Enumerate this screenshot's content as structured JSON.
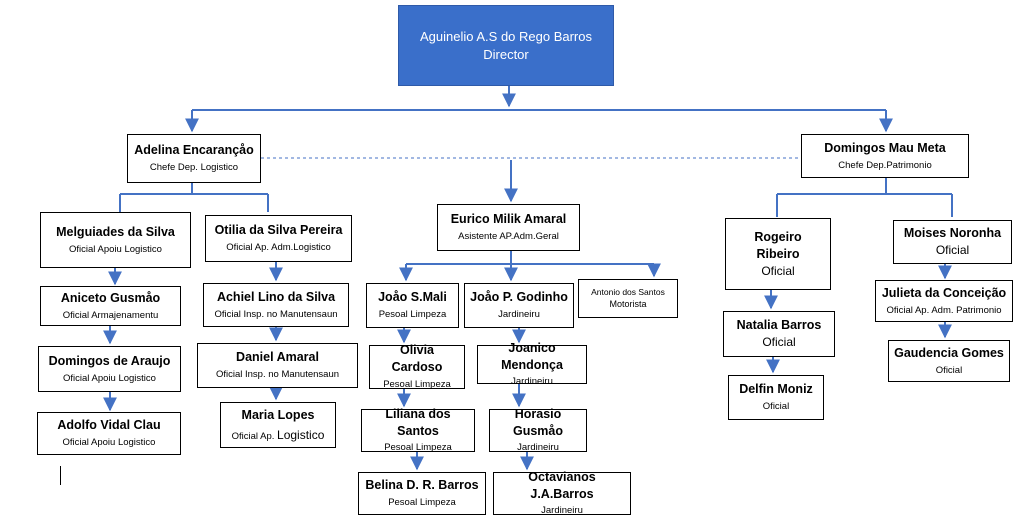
{
  "director": {
    "name": "Aguinelio A.S do Rego Barros",
    "role": "Director"
  },
  "adelina": {
    "name": "Adelina Encarançåo",
    "role": "Chefe Dep. Logistico"
  },
  "domingos_meta": {
    "name": "Domingos Mau Meta",
    "role": "Chefe Dep.Patrimonio"
  },
  "eurico": {
    "name": "Eurico Milik Amaral",
    "role": "Asistente AP.Adm.Geral"
  },
  "melguiades": {
    "name": "Melguiades da Silva",
    "role": "Oficial Apoiu Logistico"
  },
  "aniceto": {
    "name": "Aniceto Gusmåo",
    "role": "Oficial Armajenamentu"
  },
  "domingos_araujo": {
    "name": "Domingos de Araujo",
    "role": "Oficial Apoiu Logistico"
  },
  "adolfo": {
    "name": "Adolfo Vidal Clau",
    "role": "Oficial Apoiu Logistico"
  },
  "otilia": {
    "name": "Otilia da Silva Pereira",
    "role": "Oficial Ap. Adm.Logistico"
  },
  "achiel": {
    "name": "Achiel Lino da Silva",
    "role": "Oficial Insp. no Manutensaun"
  },
  "daniel": {
    "name": "Daniel Amaral",
    "role": "Oficial Insp. no Manutensaun"
  },
  "maria": {
    "name": "Maria Lopes",
    "role_prefix": "Oficial Ap. ",
    "role_suffix": "Logistico"
  },
  "joao_mali": {
    "name": "Joåo S.Mali",
    "role": "Pesoal Limpeza"
  },
  "olivia": {
    "name": "Olivia Cardoso",
    "role": "Pesoal Limpeza"
  },
  "liliana": {
    "name": "Liliana dos Santos",
    "role": "Pesoal Limpeza"
  },
  "belina": {
    "name": "Belina D. R. Barros",
    "role": "Pesoal Limpeza"
  },
  "joao_godinho": {
    "name": "Joåo P. Godinho",
    "role": "Jardineiru"
  },
  "joanico": {
    "name": "Joanico Mendonça",
    "role": "Jardineiru"
  },
  "horasio": {
    "name": "Horasio Gusmåo",
    "role": "Jardineiru"
  },
  "octavianos": {
    "name": "Octavianos J.A.Barros",
    "role": "Jardineiru"
  },
  "antonio": {
    "name": "Antonio dos Santos",
    "role": "Motorista"
  },
  "rogeiro": {
    "name_line1": "Rogeiro",
    "name_line2": "Ribeiro",
    "role": "Oficial"
  },
  "natalia": {
    "name": "Natalia Barros",
    "role": "Oficial"
  },
  "delfin": {
    "name": "Delfin Moniz",
    "role": "Oficial"
  },
  "moises": {
    "name": "Moises Noronha",
    "role": "Oficial"
  },
  "julieta": {
    "name": "Julieta da Conceição",
    "role": "Oficial Ap. Adm. Patrimonio"
  },
  "gaudencia": {
    "name": "Gaudencia Gomes",
    "role": "Oficial"
  },
  "colors": {
    "line": "#4472c4",
    "director_fill": "#3a6fca",
    "box_border": "#000000",
    "dashed": "#4472c4"
  }
}
